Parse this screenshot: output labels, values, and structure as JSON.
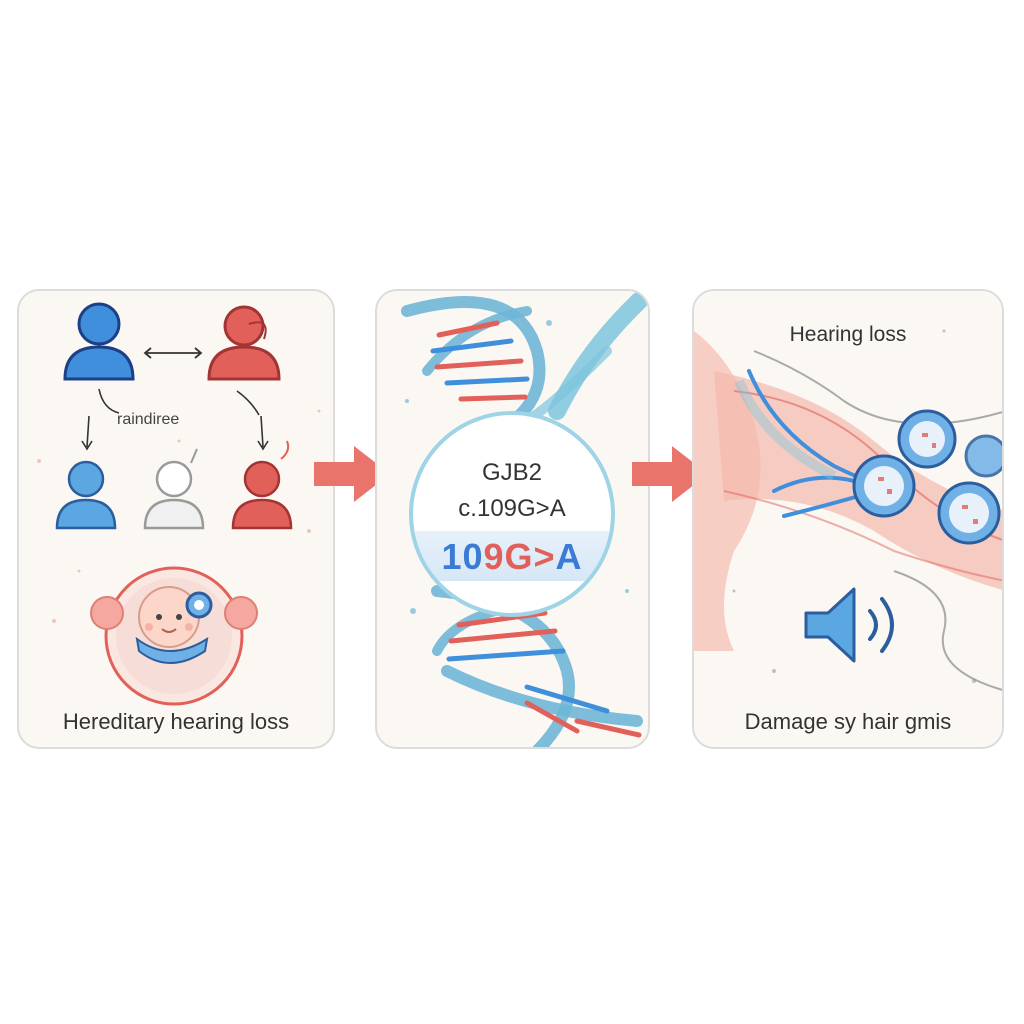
{
  "panels": {
    "inheritance": {
      "pedigree_label": "raindiree",
      "caption": "Hereditary hearing loss"
    },
    "mutation": {
      "gene": "GJB2",
      "variant": "c.109G>A",
      "variant_short_left": "10",
      "variant_short_mid": "9G>",
      "variant_short_right": "A"
    },
    "inner_ear": {
      "label": "Hearing loss",
      "caption": "Damage sy hair gmis"
    }
  },
  "colors": {
    "blue": "#3f8fdc",
    "red": "#e2605a",
    "teal": "#7cc5dc",
    "arrow": "#e8746b"
  },
  "icons": [
    "person-icon",
    "baby-icon",
    "dna-helix-icon",
    "speaker-icon",
    "hair-cell-icon"
  ]
}
